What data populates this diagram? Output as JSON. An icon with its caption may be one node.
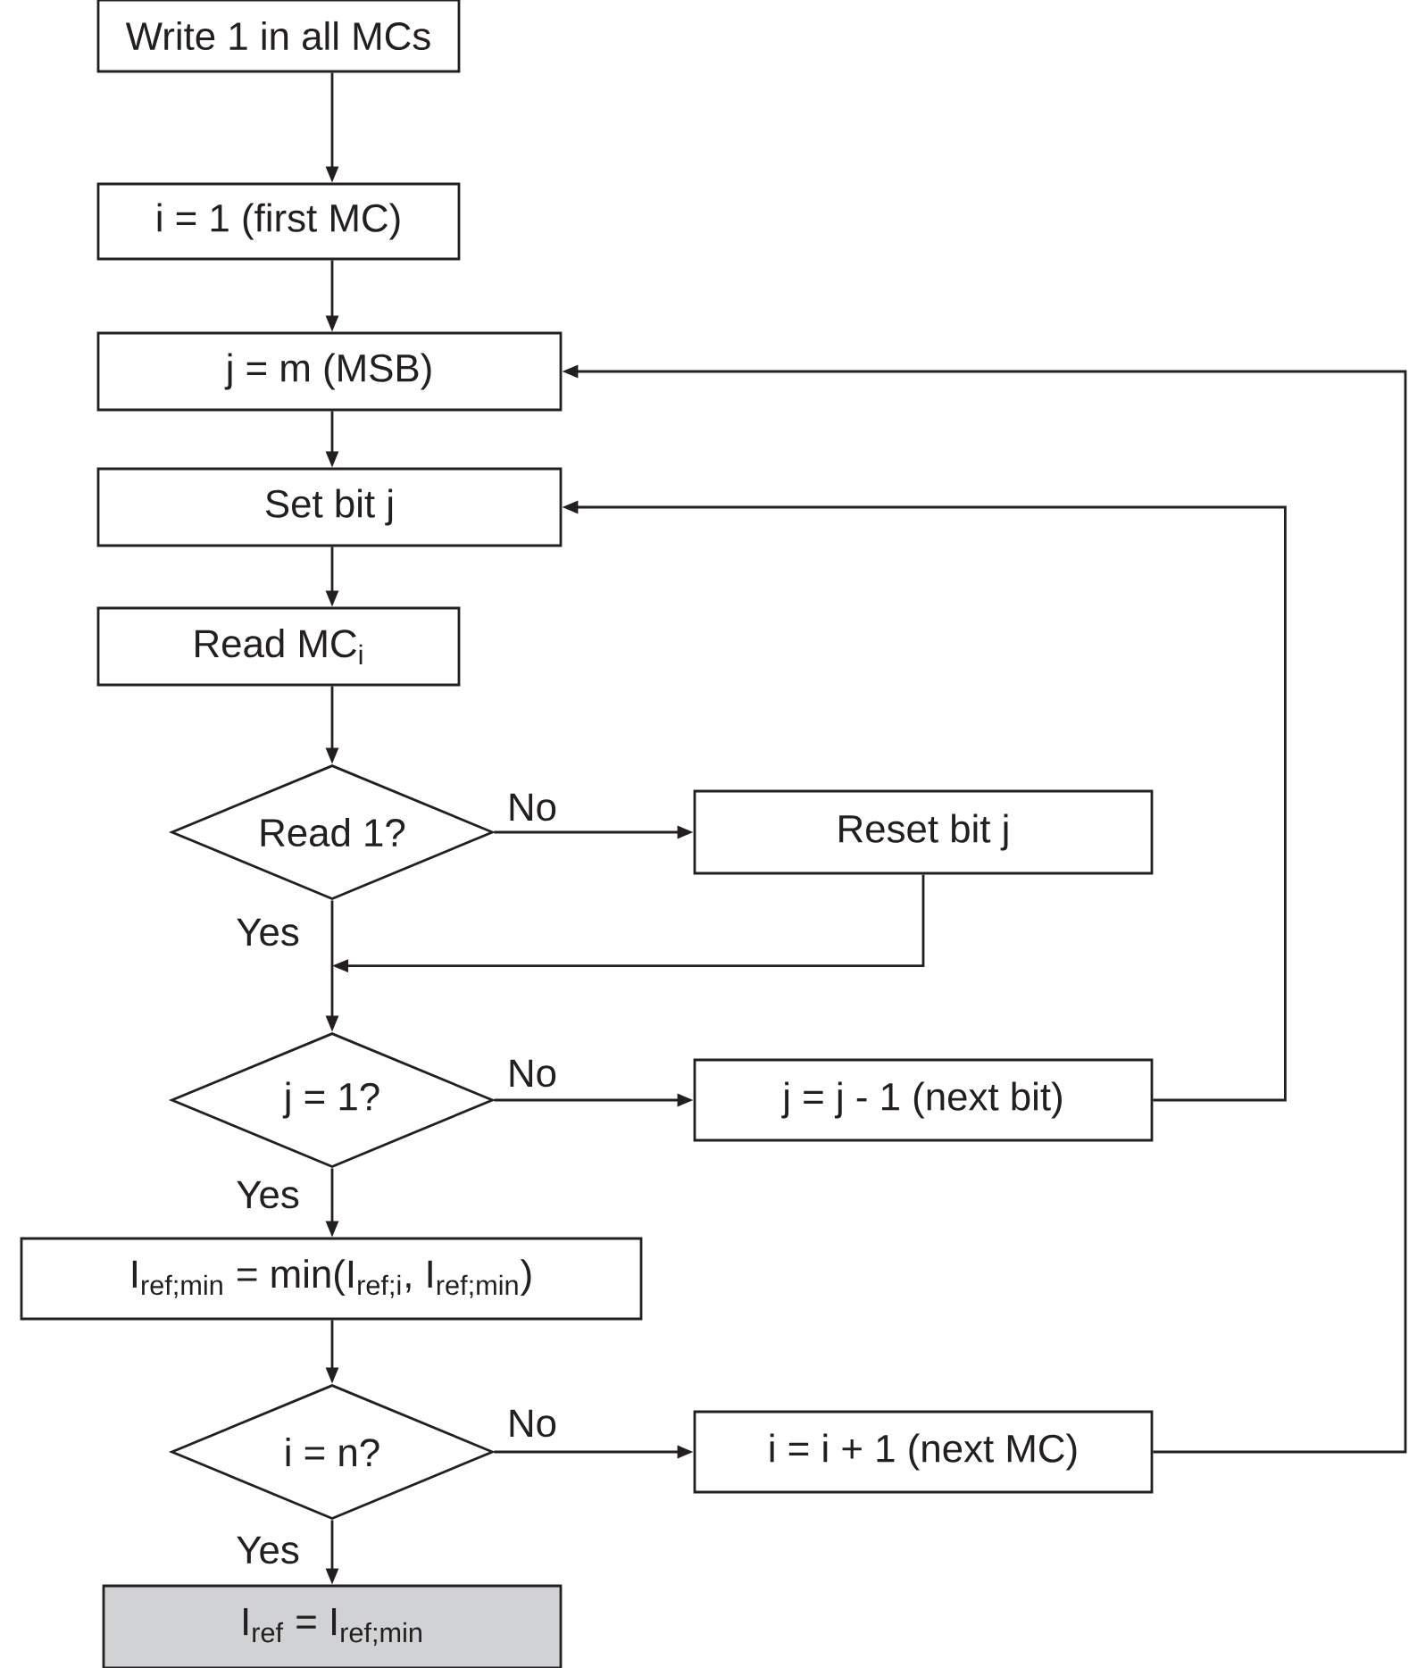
{
  "diagram": {
    "nodes": [
      {
        "text": [
          "Write 1 in all MCs"
        ]
      },
      {
        "text": [
          "i = 1 (first MC)"
        ]
      },
      {
        "text": [
          "j = m (MSB)"
        ]
      },
      {
        "text": [
          "Set bit j"
        ]
      },
      {
        "text": [
          "Read MC$_{i}$"
        ]
      },
      {
        "text": [
          "Read 1?"
        ]
      },
      {
        "text": [
          "Reset bit j"
        ]
      },
      {
        "text": [
          "j = 1?"
        ]
      },
      {
        "text": [
          "j = j - 1 (next bit)"
        ]
      },
      {
        "text": [
          "I$_{ref;min}$ = min(I$_{ref;i}$, I$_{ref;min}$)"
        ]
      },
      {
        "text": [
          "i = n?"
        ]
      },
      {
        "text": [
          "i = i + 1 (next MC)"
        ]
      },
      {
        "text": [
          "I$_{ref}$ = I$_{ref;min}$"
        ]
      }
    ],
    "edges": [
      {
        "from": 0,
        "to": 1,
        "arrow": "to"
      },
      {
        "from": 1,
        "to": 2,
        "arrow": "to"
      },
      {
        "from": 2,
        "to": 3,
        "arrow": "to"
      },
      {
        "from": 3,
        "to": 4,
        "arrow": "to"
      },
      {
        "from": 4,
        "to": 5,
        "arrow": "to"
      },
      {
        "from": 5,
        "to": 6,
        "arrow": "to",
        "label": "No"
      },
      {
        "from": 6,
        "to": 7,
        "arrow": "to"
      },
      {
        "from": 5,
        "to": 7,
        "arrow": "to",
        "label": "Yes"
      },
      {
        "from": 7,
        "to": 8,
        "arrow": "to",
        "label": "No"
      },
      {
        "from": 8,
        "to": 3,
        "arrow": "to"
      },
      {
        "from": 7,
        "to": 9,
        "arrow": "to",
        "label": "Yes"
      },
      {
        "from": 9,
        "to": 10,
        "arrow": "to"
      },
      {
        "from": 10,
        "to": 11,
        "arrow": "to",
        "label": "No"
      },
      {
        "from": 11,
        "to": 2,
        "arrow": "to"
      },
      {
        "from": 10,
        "to": 12,
        "arrow": "to",
        "label": "Yes"
      }
    ]
  }
}
